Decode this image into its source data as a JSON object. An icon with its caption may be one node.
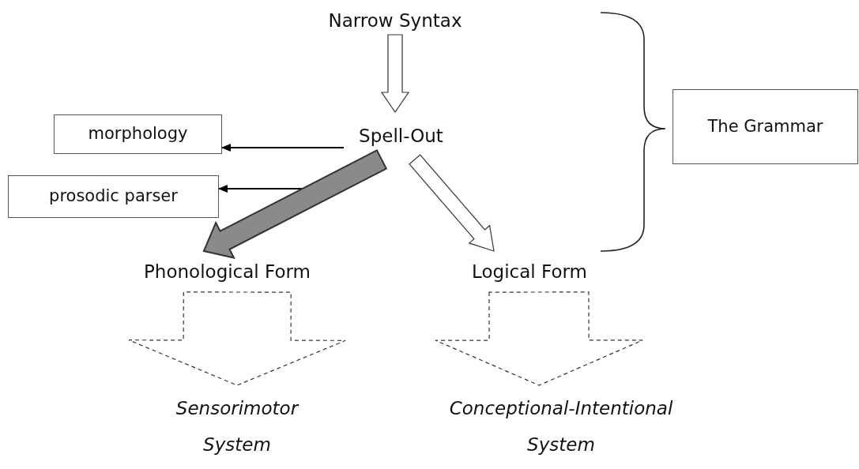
{
  "diagram": {
    "nodes": [
      {
        "text": [
          "Narrow Syntax"
        ]
      },
      {
        "text": [
          "Spell-Out"
        ]
      },
      {
        "text": [
          "morphology"
        ]
      },
      {
        "text": [
          "prosodic parser"
        ]
      },
      {
        "text": [
          "Phonological Form"
        ]
      },
      {
        "text": [
          "Logical Form"
        ]
      },
      {
        "text": [
          "Sensorimotor System"
        ]
      },
      {
        "text": [
          "Conceptional-Intentional System"
        ]
      },
      {
        "text": [
          "The Grammar"
        ]
      }
    ],
    "edges": [
      {
        "from": 0,
        "to": 1,
        "arrow": "to"
      },
      {
        "from": 1,
        "to": 2,
        "arrow": "to"
      },
      {
        "from": null,
        "to": 3,
        "arrow": "to"
      },
      {
        "from": 1,
        "to": 4,
        "arrow": "to",
        "style": "thick",
        "color": "#8a8a8a"
      },
      {
        "from": 1,
        "to": 5,
        "arrow": "to"
      },
      {
        "from": 4,
        "to": 6,
        "arrow": "to",
        "style": "dashed"
      },
      {
        "from": 5,
        "to": 7,
        "arrow": "to",
        "style": "dashed"
      }
    ]
  }
}
